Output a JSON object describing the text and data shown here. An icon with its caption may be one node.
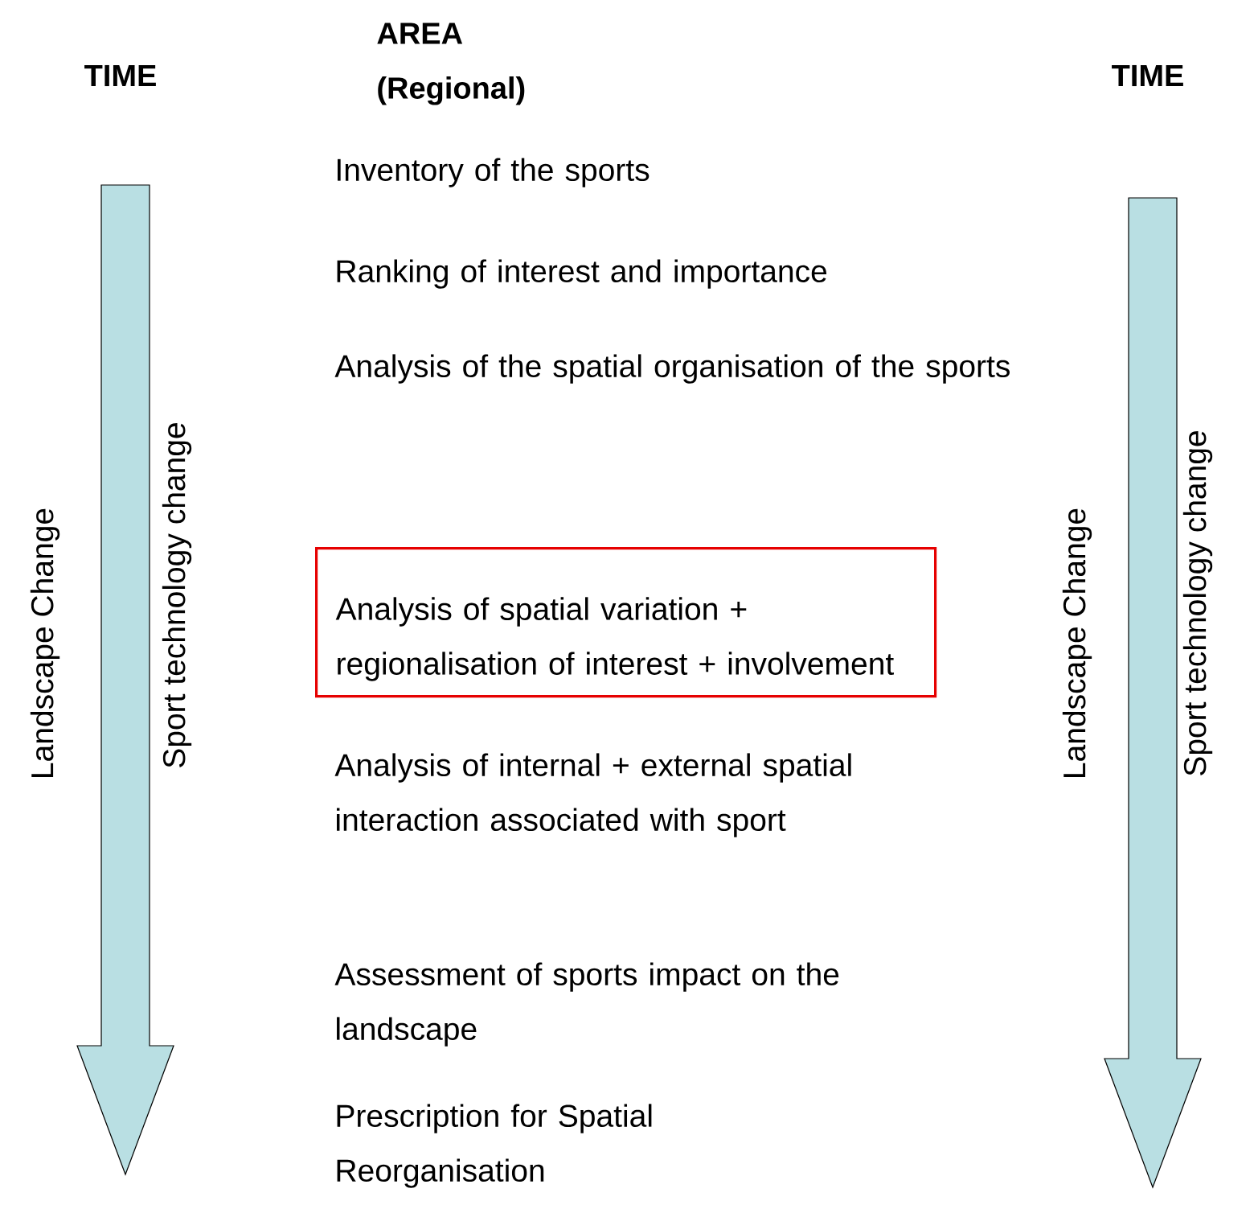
{
  "diagram": {
    "nodes": [
      {
        "text": [
          "Analysis of spatial variation + regionalisation of interest + involvement"
        ]
      }
    ],
    "labels": [
      "TIME",
      "AREA (Regional)",
      "TIME",
      "Inventory of the sports",
      "Ranking of interest and importance",
      "Analysis of the spatial organisation of the sports",
      "Landscape Change",
      "Sport technology change",
      "Landscape Change",
      "Sport technology change",
      "Analysis of internal + external spatial interaction associated with sport",
      "Assessment of sports impact on the landscape",
      "Prescription for Spatial Reorganisation"
    ]
  }
}
